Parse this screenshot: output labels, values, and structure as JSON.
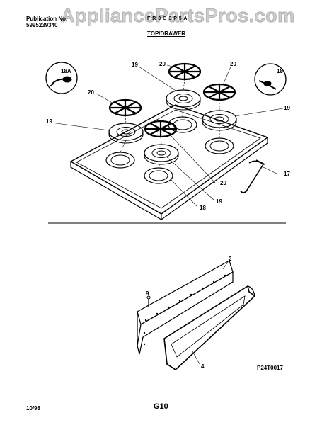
{
  "watermark": "AppliancePartsPros.com",
  "header": {
    "publication_label": "Publication No.",
    "publication_number": "5995239340",
    "model_id": "F R 3 G 3 P 5 A",
    "section_title": "TOP/DRAWER"
  },
  "callouts": {
    "c18a": "18A",
    "c18_top_right": "18",
    "c19_top": "19",
    "c20_top": "20",
    "c20_top_right": "20",
    "c20_left": "20",
    "c19_right": "19",
    "c19_left": "19",
    "c17": "17",
    "c20_bottom": "20",
    "c19_bottom": "19",
    "c18_bottom": "18",
    "c2": "2",
    "c9": "9",
    "c4": "4"
  },
  "footer": {
    "diagram_code": "P24T0017",
    "date": "10/98",
    "page": "G10"
  }
}
